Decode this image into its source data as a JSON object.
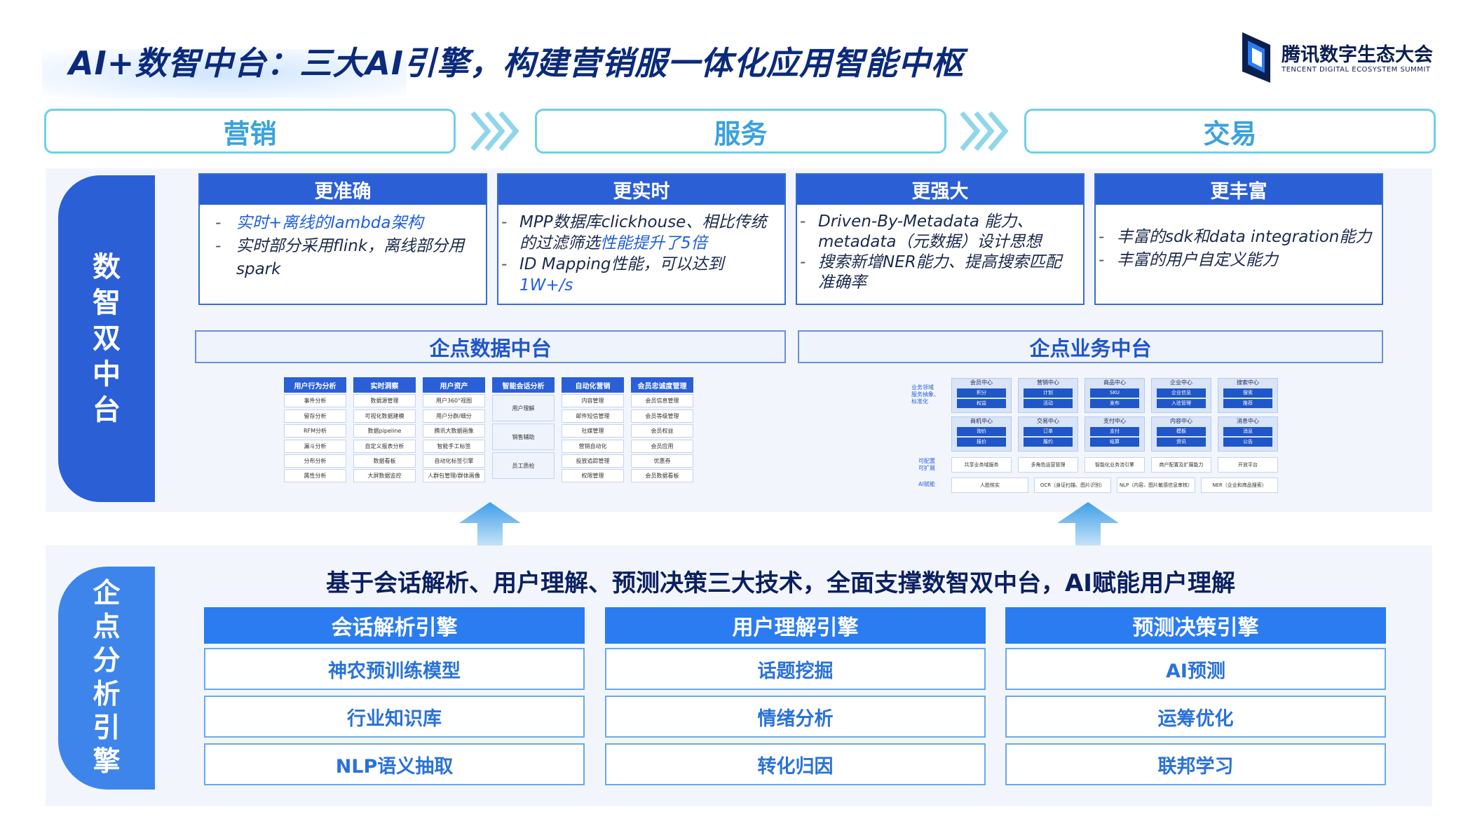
{
  "title": "AI+数智中台：三大AI引擎，构建营销服一体化应用智能中枢",
  "logo": {
    "cn": "腾讯数字生态大会",
    "en": "TENCENT DIGITAL ECOSYSTEM SUMMIT"
  },
  "flow": [
    "营销",
    "服务",
    "交易"
  ],
  "top_tab": "数\n智\n双\n中\n台",
  "bottom_tab": "企\n点\n分\n析\n引\n擎",
  "cards": [
    {
      "head": "更准确",
      "items": [
        {
          "segments": [
            {
              "t": "实时+离线的lambda架构",
              "blue": true
            }
          ]
        },
        {
          "segments": [
            {
              "t": "实时部分采用flink，离线部分用spark",
              "blue": false
            }
          ]
        }
      ]
    },
    {
      "head": "更实时",
      "items": [
        {
          "segments": [
            {
              "t": "MPP数据库clickhouse、相比传统的过滤筛选",
              "blue": false
            },
            {
              "t": "性能提升了5倍",
              "blue": true
            }
          ]
        },
        {
          "segments": [
            {
              "t": "ID Mapping性能，可以达到",
              "blue": false
            },
            {
              "t": "1W+/s",
              "blue": true
            }
          ]
        }
      ]
    },
    {
      "head": "更强大",
      "items": [
        {
          "segments": [
            {
              "t": "Driven-By-Metadata 能力、metadata（元数据）设计思想",
              "blue": false
            }
          ]
        },
        {
          "segments": [
            {
              "t": "搜索新增NER能力、提高搜索匹配准确率",
              "blue": false
            }
          ]
        }
      ]
    },
    {
      "head": "更丰富",
      "items": [
        {
          "segments": [
            {
              "t": "丰富的sdk和data integration能力",
              "blue": false
            }
          ]
        },
        {
          "segments": [
            {
              "t": "丰富的用户自定义能力",
              "blue": false
            }
          ]
        }
      ]
    }
  ],
  "platforms": [
    "企点数据中台",
    "企点业务中台"
  ],
  "data_table": {
    "columns": [
      {
        "head": "用户行为分析",
        "cells": [
          "事件分析",
          "留存分析",
          "RFM分析",
          "漏斗分析",
          "分布分析",
          "属性分析"
        ]
      },
      {
        "head": "实时洞察",
        "cells": [
          "数据源管理",
          "可视化数据建模",
          "数据pipeline",
          "自定义报表分析",
          "数据看板",
          "大屏数据监控"
        ]
      },
      {
        "head": "用户资产",
        "cells": [
          "用户360°视图",
          "用户分群/细分",
          "腾讯大数据画像",
          "智能手工标签",
          "自动化标签引擎",
          "人群包管理/群体画像"
        ]
      },
      {
        "head": "智能会话分析",
        "tall": [
          "用户理解",
          "销售辅助",
          "员工质检"
        ]
      },
      {
        "head": "自动化营销",
        "cells": [
          "内容管理",
          "邮件短信管理",
          "社媒管理",
          "营销自动化",
          "投放追踪管理",
          "权限管理"
        ]
      },
      {
        "head": "会员忠诚度管理",
        "cells": [
          "会员信息管理",
          "会员等级管理",
          "会员权益",
          "会员应用",
          "优惠券",
          "会员数据看板"
        ]
      }
    ]
  },
  "biz": {
    "labels": [
      "业务领域\n服务抽象、\n标准化",
      "可配置\n可扩展",
      "AI赋能"
    ],
    "row1": [
      {
        "h": "会员中心",
        "i": [
          "积分",
          "权益"
        ]
      },
      {
        "h": "营销中心",
        "i": [
          "计划",
          "活动"
        ]
      },
      {
        "h": "商品中心",
        "i": [
          "SKU",
          "发布"
        ]
      },
      {
        "h": "企业中心",
        "i": [
          "企业信息",
          "入驻管理"
        ]
      },
      {
        "h": "搜索中心",
        "i": [
          "搜索",
          "推荐"
        ]
      }
    ],
    "row2": [
      {
        "h": "商机中心",
        "i": [
          "询价",
          "报价"
        ]
      },
      {
        "h": "交易中心",
        "i": [
          "订单",
          "履约"
        ]
      },
      {
        "h": "支付中心",
        "i": [
          "支付",
          "结算"
        ]
      },
      {
        "h": "内容中心",
        "i": [
          "模板",
          "资讯"
        ]
      },
      {
        "h": "消息中心",
        "i": [
          "消息",
          "公告"
        ]
      }
    ],
    "config": [
      "共享业务域服务",
      "多角色运营管理",
      "智能化业务流引擎",
      "商户配置及扩展能力",
      "开放平台"
    ],
    "ai": [
      "人脸核实",
      "OCR（身证扫描、图片识别）",
      "NLP（内容、图片敏感信息审核）",
      "NER（企业和商品搜索）"
    ]
  },
  "tagline": "基于会话解析、用户理解、预测决策三大技术，全面支撑数智双中台，AI赋能用户理解",
  "engines": [
    {
      "head": "会话解析引擎",
      "items": [
        "神农预训练模型",
        "行业知识库",
        "NLP语义抽取"
      ]
    },
    {
      "head": "用户理解引擎",
      "items": [
        "话题挖掘",
        "情绪分析",
        "转化归因"
      ]
    },
    {
      "head": "预测决策引擎",
      "items": [
        "AI预测",
        "运筹优化",
        "联邦学习"
      ]
    }
  ]
}
